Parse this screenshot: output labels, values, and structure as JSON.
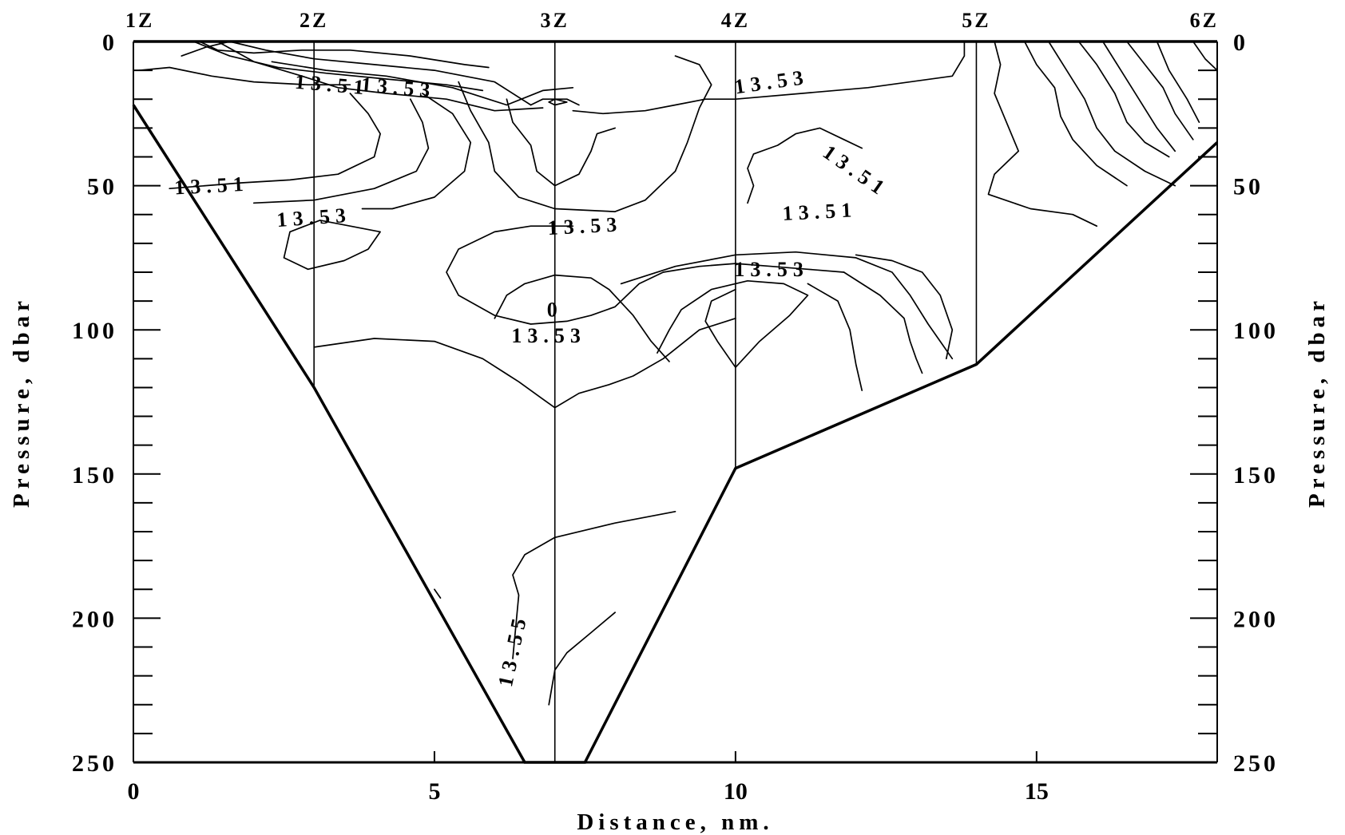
{
  "chart_data": {
    "type": "contour",
    "title": "",
    "xlabel": "Distance, nm.",
    "ylabel_left": "Pressure, dbar",
    "ylabel_right": "Pressure, dbar",
    "xlim": [
      0,
      18
    ],
    "ylim": [
      0,
      250
    ],
    "y_inverted": true,
    "x_ticks": [
      0,
      5,
      10,
      15
    ],
    "y_ticks": [
      0,
      50,
      100,
      150,
      200,
      250
    ],
    "grid": false,
    "stations": [
      {
        "label": "1Z",
        "x": 0
      },
      {
        "label": "2Z",
        "x": 3
      },
      {
        "label": "3Z",
        "x": 7
      },
      {
        "label": "4Z",
        "x": 10
      },
      {
        "label": "5Z",
        "x": 14
      },
      {
        "label": "6Z",
        "x": 18
      }
    ],
    "station_depths": [
      22,
      120,
      250,
      148,
      112,
      35
    ],
    "bottom_profile": [
      [
        0,
        22
      ],
      [
        3,
        120
      ],
      [
        6.5,
        250
      ],
      [
        7.5,
        250
      ],
      [
        10,
        148
      ],
      [
        14,
        112
      ],
      [
        18,
        35
      ]
    ],
    "contour_labels": [
      {
        "text": "13.51",
        "x": 3.3,
        "y": 15,
        "angle": 5
      },
      {
        "text": "13.53",
        "x": 4.4,
        "y": 16,
        "angle": 5
      },
      {
        "text": "13.51",
        "x": 1.3,
        "y": 50,
        "angle": -3
      },
      {
        "text": "13.53",
        "x": 3.0,
        "y": 61,
        "angle": -4
      },
      {
        "text": "13.53",
        "x": 7.5,
        "y": 64,
        "angle": -3
      },
      {
        "text": "13.53",
        "x": 10.6,
        "y": 14,
        "angle": -8
      },
      {
        "text": "13.51",
        "x": 12.0,
        "y": 45,
        "angle": 35
      },
      {
        "text": "13.51",
        "x": 11.4,
        "y": 59,
        "angle": -3
      },
      {
        "text": "13.53",
        "x": 10.6,
        "y": 79,
        "angle": 0
      },
      {
        "text": "13.53",
        "x": 6.9,
        "y": 102,
        "angle": 0
      },
      {
        "text": "0",
        "x": 7.0,
        "y": 93,
        "angle": 0
      },
      {
        "text": "13.55",
        "x": 6.3,
        "y": 211,
        "angle": -78
      }
    ],
    "contours": [
      [
        [
          2.3,
          7
        ],
        [
          3.2,
          10
        ],
        [
          4.2,
          12
        ],
        [
          5.3,
          16
        ],
        [
          6.2,
          22
        ],
        [
          6.8,
          17
        ],
        [
          7.3,
          16
        ]
      ],
      [
        [
          1.4,
          0
        ],
        [
          2.0,
          7
        ],
        [
          2.8,
          12
        ],
        [
          3.4,
          16
        ],
        [
          4.2,
          18
        ],
        [
          5.2,
          20
        ],
        [
          6.0,
          24
        ],
        [
          6.8,
          23
        ]
      ],
      [
        [
          0.1,
          10
        ],
        [
          0.6,
          9
        ],
        [
          1.3,
          12
        ],
        [
          2.0,
          14
        ],
        [
          2.9,
          15
        ],
        [
          3.6,
          15
        ]
      ],
      [
        [
          0.8,
          5
        ],
        [
          1.2,
          2
        ],
        [
          1.6,
          0
        ]
      ],
      [
        [
          1.1,
          0
        ],
        [
          1.4,
          3
        ],
        [
          2.0,
          4
        ],
        [
          2.8,
          3
        ],
        [
          3.6,
          3
        ],
        [
          4.6,
          5
        ],
        [
          5.5,
          8
        ],
        [
          5.9,
          9
        ]
      ],
      [
        [
          1.0,
          0
        ],
        [
          1.6,
          5
        ],
        [
          2.4,
          9
        ],
        [
          3.2,
          11
        ],
        [
          4.2,
          13
        ],
        [
          5.2,
          15
        ],
        [
          5.8,
          17
        ]
      ],
      [
        [
          1.6,
          0
        ],
        [
          2.2,
          3
        ],
        [
          3.0,
          6
        ],
        [
          4.0,
          8
        ],
        [
          5.0,
          10
        ],
        [
          6.0,
          14
        ],
        [
          6.6,
          22
        ]
      ],
      [
        [
          0.6,
          51
        ],
        [
          1.8,
          49
        ],
        [
          2.6,
          48
        ],
        [
          3.4,
          46
        ],
        [
          4.0,
          40
        ],
        [
          4.1,
          32
        ],
        [
          3.9,
          25
        ],
        [
          3.6,
          18
        ]
      ],
      [
        [
          2.0,
          56
        ],
        [
          3.0,
          55
        ],
        [
          4.0,
          51
        ],
        [
          4.7,
          45
        ],
        [
          4.9,
          37
        ],
        [
          4.8,
          28
        ],
        [
          4.6,
          20
        ]
      ],
      [
        [
          3.8,
          58
        ],
        [
          4.3,
          58
        ],
        [
          5.0,
          54
        ],
        [
          5.5,
          45
        ],
        [
          5.6,
          35
        ],
        [
          5.3,
          25
        ],
        [
          4.8,
          18
        ]
      ],
      [
        [
          3.6,
          64
        ],
        [
          3.1,
          62
        ],
        [
          2.6,
          66
        ],
        [
          2.5,
          75
        ],
        [
          2.9,
          79
        ],
        [
          3.5,
          76
        ],
        [
          3.9,
          72
        ],
        [
          4.1,
          66
        ],
        [
          3.6,
          64
        ]
      ],
      [
        [
          6.2,
          20
        ],
        [
          6.3,
          28
        ],
        [
          6.6,
          36
        ],
        [
          6.7,
          45
        ],
        [
          7.0,
          50
        ],
        [
          7.4,
          46
        ],
        [
          7.6,
          38
        ],
        [
          7.7,
          32
        ],
        [
          8.0,
          30
        ]
      ],
      [
        [
          5.4,
          14
        ],
        [
          5.6,
          24
        ],
        [
          5.9,
          35
        ],
        [
          6.0,
          45
        ],
        [
          6.4,
          54
        ],
        [
          7.0,
          58
        ],
        [
          8.0,
          59
        ],
        [
          8.5,
          55
        ],
        [
          9.0,
          45
        ],
        [
          9.2,
          35
        ],
        [
          9.4,
          23
        ],
        [
          9.6,
          15
        ],
        [
          9.4,
          8
        ],
        [
          9.0,
          5
        ]
      ],
      [
        [
          6.6,
          22
        ],
        [
          6.8,
          20
        ],
        [
          7.2,
          20
        ],
        [
          7.4,
          22
        ]
      ],
      [
        [
          6.9,
          21
        ],
        [
          7.0,
          20
        ],
        [
          7.2,
          21
        ],
        [
          7.0,
          22
        ],
        [
          6.9,
          21
        ]
      ],
      [
        [
          7.3,
          24
        ],
        [
          7.8,
          25
        ],
        [
          8.5,
          24
        ],
        [
          9.0,
          22
        ],
        [
          9.5,
          20
        ],
        [
          10.0,
          20
        ],
        [
          12.2,
          16
        ],
        [
          13.6,
          12
        ],
        [
          13.8,
          5
        ],
        [
          13.8,
          0
        ]
      ],
      [
        [
          10.2,
          56
        ],
        [
          10.3,
          50
        ],
        [
          10.2,
          44
        ],
        [
          10.3,
          39
        ],
        [
          10.7,
          36
        ],
        [
          11.0,
          32
        ],
        [
          11.4,
          30
        ],
        [
          11.8,
          34
        ],
        [
          12.1,
          37
        ]
      ],
      [
        [
          7.3,
          64
        ],
        [
          6.6,
          64
        ],
        [
          6.0,
          66
        ],
        [
          5.4,
          72
        ],
        [
          5.2,
          80
        ],
        [
          5.4,
          88
        ],
        [
          6.0,
          95
        ],
        [
          6.6,
          98
        ],
        [
          7.2,
          97
        ],
        [
          7.6,
          95
        ],
        [
          8.0,
          92
        ],
        [
          8.4,
          84
        ],
        [
          8.8,
          80
        ],
        [
          9.4,
          78
        ],
        [
          10.0,
          77
        ],
        [
          10.6,
          78
        ],
        [
          11.2,
          79
        ],
        [
          11.8,
          80
        ]
      ],
      [
        [
          6.0,
          96
        ],
        [
          6.2,
          88
        ],
        [
          6.5,
          84
        ],
        [
          7.0,
          81
        ],
        [
          7.6,
          82
        ],
        [
          7.9,
          86
        ],
        [
          8.3,
          95
        ],
        [
          8.6,
          104
        ],
        [
          8.9,
          111
        ]
      ],
      [
        [
          8.7,
          108
        ],
        [
          8.9,
          100
        ],
        [
          9.1,
          93
        ],
        [
          9.6,
          86
        ],
        [
          10.2,
          83
        ],
        [
          10.8,
          84
        ],
        [
          11.2,
          88
        ],
        [
          10.9,
          95
        ],
        [
          10.4,
          104
        ],
        [
          10.0,
          113
        ],
        [
          9.7,
          104
        ],
        [
          9.5,
          97
        ],
        [
          9.6,
          90
        ],
        [
          10.0,
          86
        ]
      ],
      [
        [
          3.0,
          106
        ],
        [
          4.0,
          103
        ],
        [
          5.0,
          104
        ],
        [
          5.8,
          110
        ],
        [
          6.4,
          118
        ],
        [
          6.8,
          124
        ],
        [
          7.0,
          127
        ],
        [
          7.4,
          122
        ],
        [
          7.9,
          119
        ],
        [
          8.3,
          116
        ],
        [
          8.8,
          110
        ],
        [
          9.4,
          100
        ],
        [
          10.0,
          96
        ]
      ],
      [
        [
          8.1,
          84
        ],
        [
          9.0,
          78
        ],
        [
          10.0,
          74
        ],
        [
          11.0,
          73
        ],
        [
          12.0,
          75
        ],
        [
          12.6,
          80
        ],
        [
          12.9,
          88
        ],
        [
          13.2,
          98
        ],
        [
          13.4,
          104
        ],
        [
          13.6,
          110
        ]
      ],
      [
        [
          11.8,
          80
        ],
        [
          12.4,
          88
        ],
        [
          12.8,
          96
        ],
        [
          12.9,
          104
        ],
        [
          13.0,
          110
        ],
        [
          13.1,
          115
        ]
      ],
      [
        [
          11.2,
          84
        ],
        [
          11.7,
          90
        ],
        [
          11.9,
          100
        ],
        [
          12.0,
          112
        ],
        [
          12.1,
          121
        ]
      ],
      [
        [
          13.5,
          110
        ],
        [
          13.6,
          100
        ],
        [
          13.4,
          88
        ],
        [
          13.1,
          80
        ],
        [
          12.6,
          76
        ],
        [
          12.0,
          74
        ]
      ],
      [
        [
          14.3,
          0
        ],
        [
          14.4,
          8
        ],
        [
          14.3,
          18
        ],
        [
          14.5,
          28
        ],
        [
          14.7,
          38
        ],
        [
          14.3,
          46
        ],
        [
          14.2,
          53
        ],
        [
          14.9,
          58
        ],
        [
          15.6,
          60
        ],
        [
          16.0,
          64
        ]
      ],
      [
        [
          14.8,
          0
        ],
        [
          15.0,
          8
        ],
        [
          15.3,
          16
        ],
        [
          15.4,
          26
        ],
        [
          15.6,
          34
        ],
        [
          16.0,
          43
        ],
        [
          16.5,
          50
        ]
      ],
      [
        [
          15.2,
          0
        ],
        [
          15.5,
          10
        ],
        [
          15.8,
          20
        ],
        [
          16.0,
          30
        ],
        [
          16.3,
          38
        ],
        [
          16.8,
          45
        ],
        [
          17.3,
          50
        ]
      ],
      [
        [
          15.7,
          0
        ],
        [
          16.0,
          8
        ],
        [
          16.3,
          18
        ],
        [
          16.5,
          28
        ],
        [
          16.8,
          35
        ],
        [
          17.2,
          40
        ]
      ],
      [
        [
          16.1,
          0
        ],
        [
          16.4,
          10
        ],
        [
          16.7,
          20
        ],
        [
          17.0,
          30
        ],
        [
          17.3,
          38
        ]
      ],
      [
        [
          16.5,
          0
        ],
        [
          16.8,
          8
        ],
        [
          17.1,
          16
        ],
        [
          17.3,
          25
        ],
        [
          17.6,
          34
        ]
      ],
      [
        [
          17.0,
          0
        ],
        [
          17.2,
          10
        ],
        [
          17.5,
          20
        ],
        [
          17.7,
          28
        ]
      ],
      [
        [
          17.6,
          0
        ],
        [
          17.8,
          6
        ],
        [
          18.0,
          10
        ]
      ],
      [
        [
          6.3,
          214
        ],
        [
          6.4,
          192
        ],
        [
          6.3,
          185
        ],
        [
          6.5,
          178
        ],
        [
          7.0,
          172
        ],
        [
          8.0,
          167
        ],
        [
          9.0,
          163
        ]
      ],
      [
        [
          6.9,
          230
        ],
        [
          7.0,
          218
        ],
        [
          7.2,
          212
        ],
        [
          7.6,
          205
        ],
        [
          8.0,
          198
        ]
      ],
      [
        [
          5.0,
          190
        ],
        [
          5.1,
          193
        ]
      ]
    ]
  }
}
